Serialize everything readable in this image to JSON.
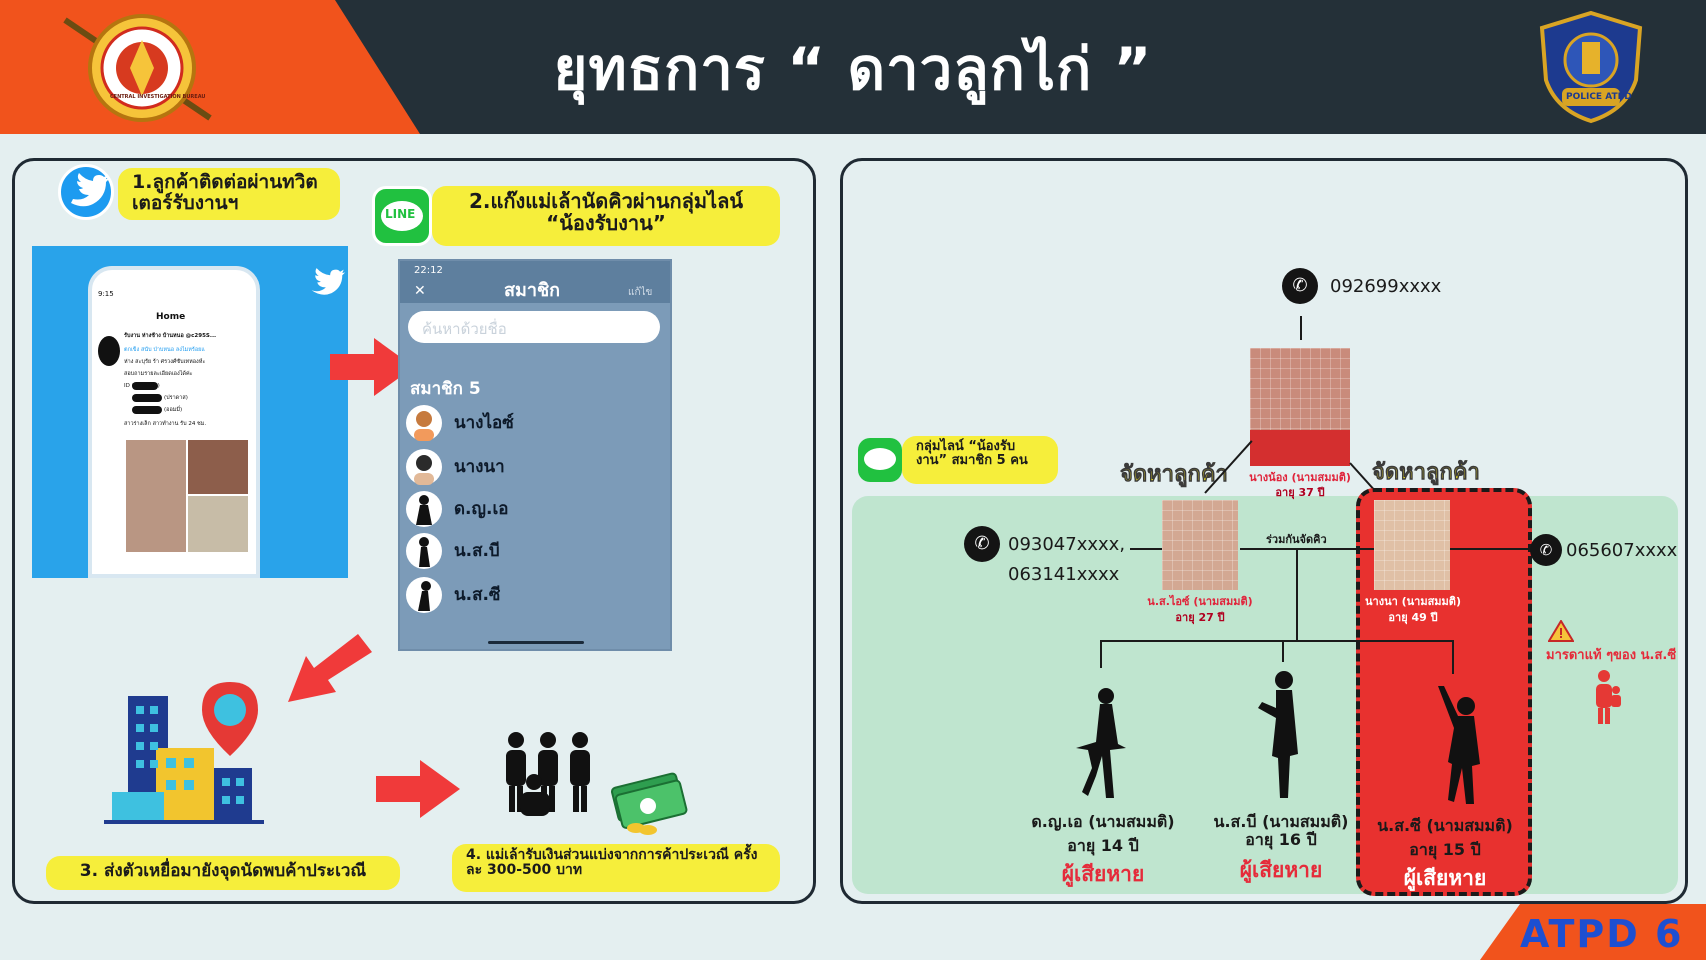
{
  "header": {
    "title": "ยุทธการ “ ดาวลูกไก่ ”",
    "left_logo_text": "CENTRAL INVESTIGATION BUREAU",
    "right_logo_text": "POLICE ATPD"
  },
  "left_panel": {
    "step1": "1.ลูกค้าติดต่อผ่านทวิตเตอร์รับงานฯ",
    "step2": "2.แก๊งแม่เล้านัดคิวผ่านกลุ่มไลน์ “น้องรับงาน”",
    "step3": "3. ส่งตัวเหยื่อมายังจุดนัดพบค้าประเวณี",
    "step4": "4. แม่เล้ารับเงินส่วนแบ่งจากการค้าประเวณี ครั้งละ 300-500 บาท",
    "line_logo": "LINE",
    "twitter_screen": {
      "time": "9:15",
      "header": "Home",
      "account": "รับงาน ห่างช้าง บ้านหนอ @c295S...",
      "line1": "ตกเข็ง สนับ ป่าบหนอ ลงไมหร้อยแ",
      "line2": "ห่าง สะบุรัย ร้า ศรวงศ์ซับเทหองห์ะ",
      "line3": "สอบถามรายละเอียดเองได้ค่ะ",
      "line4": "ID (แก้วหอบบ)",
      "line5": "(ปราดาส)",
      "line6": "(ออมมี่)",
      "line7": "สาวร่างเล็ก สาวทำงาน รับ 24 ชม."
    },
    "line_screen": {
      "time": "22:12",
      "title": "สมาชิก",
      "edit": "แก้ไข",
      "search_placeholder": "ค้นหาด้วยชื่อ",
      "members_heading": "สมาชิก 5",
      "members": [
        "นางไอซ์",
        "นางนา",
        "ด.ญ.เอ",
        "น.ส.บี",
        "น.ส.ซี"
      ]
    }
  },
  "right_panel": {
    "top_phone": "092699xxxx",
    "top_person_name": "นางน้อง (นามสมมติ)",
    "top_person_age": "อายุ 37 ปี",
    "line_group_label": "กลุ่มไลน์ “น้องรับงาน” สมาชิก 5 คน",
    "find_customer_left": "จัดหาลูกค้า",
    "find_customer_right": "จัดหาลูกค้า",
    "left_phones": [
      "093047xxxx,",
      "063141xxxx"
    ],
    "mid_left_name": "น.ส.ไอซ์ (นามสมมติ)",
    "mid_left_age": "อายุ 27 ปี",
    "mid_right_name": "นางนา (นามสมมติ)",
    "mid_right_age": "อายุ 49 ปี",
    "cooperate_label": "ร่วมกันจัดคิว",
    "right_phone": "065607xxxx",
    "warning_text": "มารดาแท้ ๆของ น.ส.ซี",
    "victims": [
      {
        "name": "ด.ญ.เอ (นามสมมติ)",
        "age": "อายุ 14 ปี",
        "tag": "ผู้เสียหาย"
      },
      {
        "name": "น.ส.บี (นามสมมติ)",
        "age": "อายุ 16 ปี",
        "tag": "ผู้เสียหาย"
      },
      {
        "name": "น.ส.ซี (นามสมมติ)",
        "age": "อายุ 15 ปี",
        "tag": "ผู้เสียหาย"
      }
    ]
  },
  "footer": {
    "badge": "ATPD 6"
  },
  "colors": {
    "header": "#243038",
    "orange": "#f1531c",
    "yellow": "#f6ee3b",
    "red": "#e8312f",
    "green_area": "#bfe5cf"
  }
}
